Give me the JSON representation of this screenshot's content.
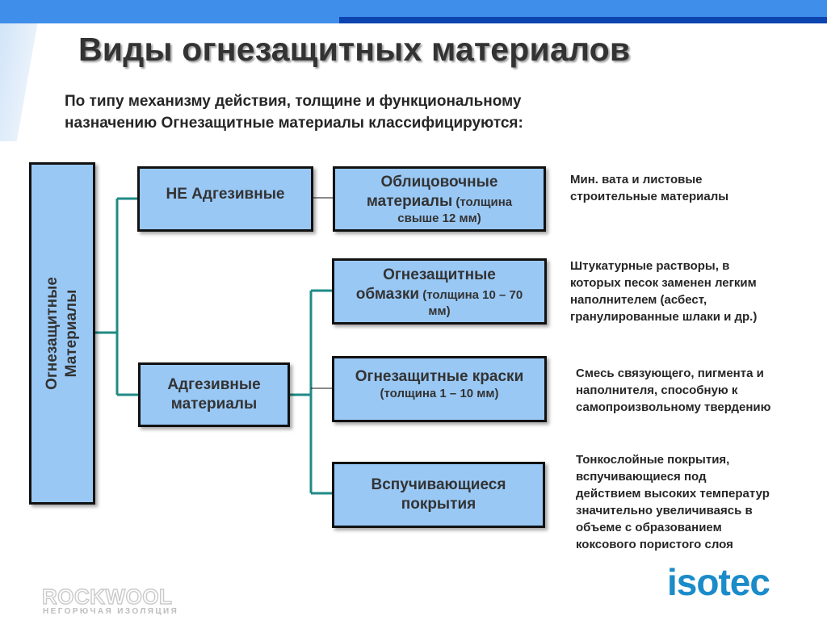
{
  "slide": {
    "title": "Виды огнезащитных материалов",
    "subtitle_line1": "По типу механизму действия, толщине и функциональному",
    "subtitle_line2": "назначению Огнезащитные материалы классифицируются:"
  },
  "diagram": {
    "root": {
      "line1": "Огнезащитные",
      "line2": "Материалы"
    },
    "level1": [
      {
        "label": "НЕ Адгезивные"
      },
      {
        "line1": "Адгезивные",
        "line2": "материалы"
      }
    ],
    "level2": [
      {
        "line1": "Облицовочные",
        "line2_main": "материалы",
        "line2_sub": " (толщина",
        "line3": "свыше 12 мм)"
      },
      {
        "line1": "Огнезащитные",
        "line2_main": "обмазки",
        "line2_sub": " (толщина 10 – 70",
        "line3": "мм)"
      },
      {
        "line1": "Огнезащитные краски",
        "line2": "(толщина 1 – 10 мм)"
      },
      {
        "line1": "Вспучивающиеся",
        "line2": "покрытия"
      }
    ],
    "notes": [
      {
        "lines": [
          "Мин. вата и листовые",
          "строительные материалы"
        ]
      },
      {
        "lines": [
          "Штукатурные растворы, в",
          "которых песок заменен легким",
          "наполнителем (асбест,",
          "гранулированные шлаки и др.)"
        ]
      },
      {
        "lines": [
          "Смесь связующего, пигмента и",
          "наполнителя, способную к",
          "самопроизвольному твердению"
        ]
      },
      {
        "lines": [
          "Тонкослойные покрытия,",
          "вспучивающиеся под",
          "действием высоких температур",
          "значительно увеличиваясь в",
          "объеме с образованием",
          "коксового пористого слоя"
        ]
      }
    ]
  },
  "footer": {
    "rockwool_logo": "ROCKWOOL",
    "rockwool_tagline": "НЕГОРЮЧАЯ ИЗОЛЯЦИЯ",
    "isotec_logo": "isotec"
  },
  "colors": {
    "header_band": "#3f8ee9",
    "header_line": "#0c44b0",
    "box_fill": "#99c8f5",
    "connector": "#1f8a86",
    "isotec": "#1b8bc9"
  }
}
